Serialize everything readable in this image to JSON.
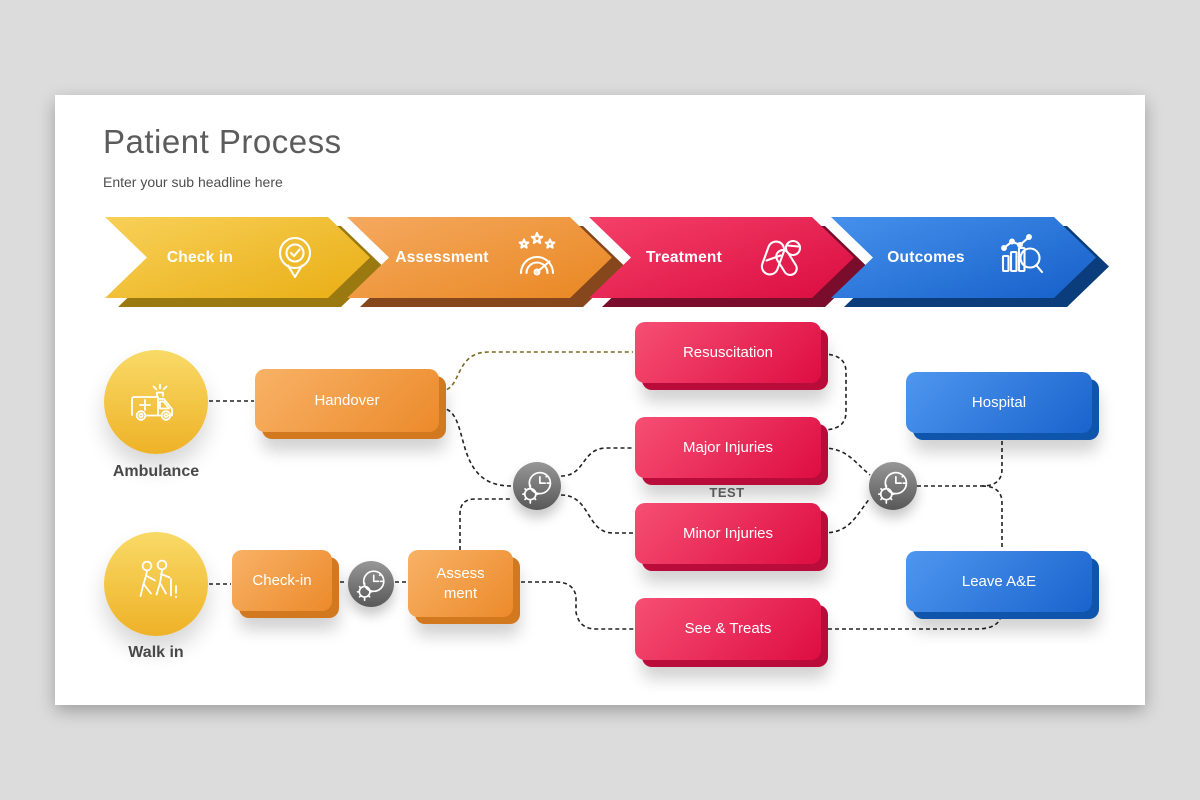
{
  "slide": {
    "title": "Patient Process",
    "subtitle": "Enter your sub headline here"
  },
  "stages": [
    {
      "label": "Check in",
      "icon": "pin-check-icon",
      "color": "#e9ae14",
      "shadow": "#9a7a10"
    },
    {
      "label": "Assessment",
      "icon": "gauge-stars-icon",
      "color": "#e98722",
      "shadow": "#86471d"
    },
    {
      "label": "Treatment",
      "icon": "pills-icon",
      "color": "#da0c40",
      "shadow": "#7a0c2c"
    },
    {
      "label": "Outcomes",
      "icon": "chart-magnifier-icon",
      "color": "#155fc9",
      "shadow": "#0b3c7b"
    }
  ],
  "flow": {
    "entries": [
      {
        "label": "Ambulance",
        "icon": "ambulance-icon",
        "color": "#eeb227"
      },
      {
        "label": "Walk in",
        "icon": "walking-assist-icon",
        "color": "#eeb227"
      }
    ],
    "nodes": {
      "handover": "Handover",
      "checkin": "Check-in",
      "assessment": "Assess ment",
      "resuscitation": "Resuscitation",
      "major": "Major Injuries",
      "minor": "Minor Injuries",
      "see_treats": "See & Treats",
      "hospital": "Hospital",
      "leave": "Leave A&E"
    },
    "test_label": "TEST",
    "gear_icon": "gear-clock-icon",
    "connections": [
      {
        "from": "Ambulance",
        "to": "Handover"
      },
      {
        "from": "Walk in",
        "to": "Check-in"
      },
      {
        "from": "Check-in",
        "to": "Assess ment",
        "via": "gear-clock"
      },
      {
        "from": "Handover",
        "to": "Resuscitation"
      },
      {
        "from": "Handover",
        "to": "gear-clock-mid"
      },
      {
        "from": "Assess ment",
        "to": "gear-clock-mid"
      },
      {
        "from": "gear-clock-mid",
        "to": "Major Injuries"
      },
      {
        "from": "gear-clock-mid",
        "to": "Minor Injuries"
      },
      {
        "from": "Assess ment",
        "to": "See & Treats"
      },
      {
        "from": "Resuscitation",
        "to": "Major Injuries"
      },
      {
        "from": "Major Injuries",
        "to": "gear-clock-right"
      },
      {
        "from": "Minor Injuries",
        "to": "gear-clock-right"
      },
      {
        "from": "gear-clock-right",
        "to": "Hospital"
      },
      {
        "from": "gear-clock-right",
        "to": "Leave A&E"
      },
      {
        "from": "See & Treats",
        "to": "Leave A&E"
      }
    ]
  },
  "colors": {
    "page_background": "#dcdcdc",
    "slide_background": "#ffffff",
    "node_orange": "#ec8a2b",
    "node_pink": "#de0d42",
    "node_blue": "#1a63cd",
    "entry_yellow": "#eeb227",
    "gear_gray": "#6b6b6b",
    "connector": "#222222",
    "connector_olive": "#7d6b21",
    "title_text": "#5c5c5c"
  }
}
